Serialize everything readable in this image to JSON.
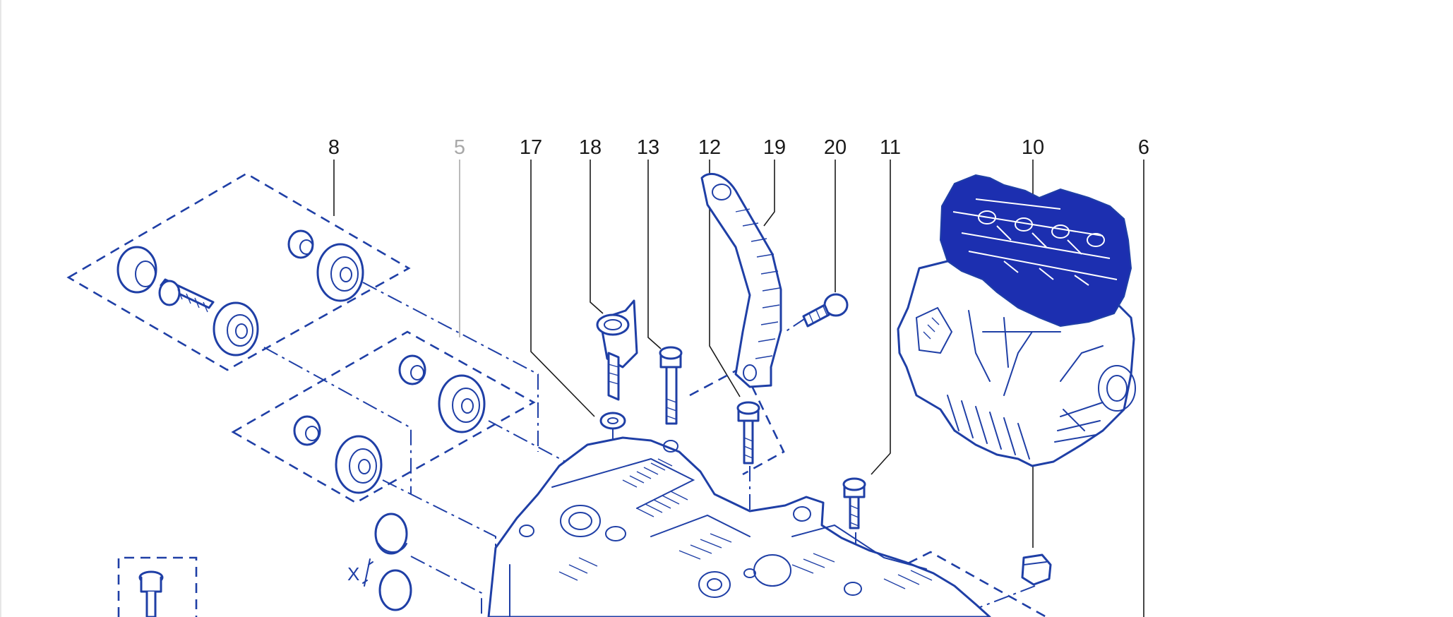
{
  "callouts": [
    {
      "id": "c8",
      "label": "8"
    },
    {
      "id": "c5",
      "label": "5"
    },
    {
      "id": "c17",
      "label": "17"
    },
    {
      "id": "c18",
      "label": "18"
    },
    {
      "id": "c13",
      "label": "13"
    },
    {
      "id": "c12",
      "label": "12"
    },
    {
      "id": "c19",
      "label": "19"
    },
    {
      "id": "c20",
      "label": "20"
    },
    {
      "id": "c11",
      "label": "11"
    },
    {
      "id": "c10",
      "label": "10"
    },
    {
      "id": "c6",
      "label": "6"
    }
  ],
  "dimension_label": "X",
  "colors": {
    "line": "#1f3fa6",
    "fill": "#1c2fb0",
    "callout": "#1a1a1a",
    "callout_dim": "#a8a8a8"
  }
}
